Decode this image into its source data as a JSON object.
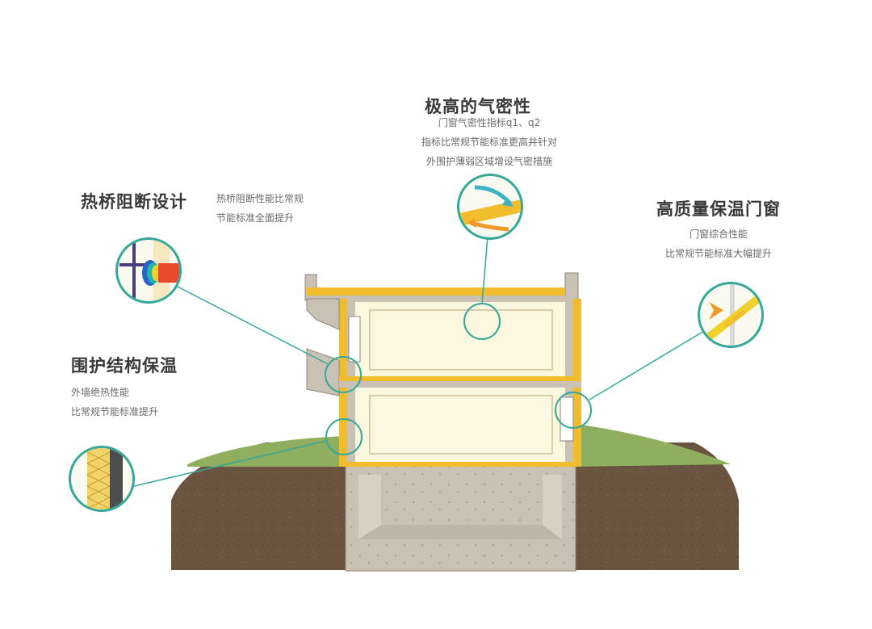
{
  "airtight": {
    "title": "极高的气密性",
    "lines": [
      "门窗气密性指标q1、q2",
      "指标比常规节能标准更高并针对",
      "外围护薄弱区域增设气密措施"
    ]
  },
  "thermal_bridge": {
    "title": "热桥阻断设计",
    "lines": [
      "热桥阻断性能比常规",
      "节能标准全面提升"
    ]
  },
  "windows": {
    "title": "高质量保温门窗",
    "lines": [
      "门窗综合性能",
      "比常规节能标准大幅提升"
    ]
  },
  "envelope": {
    "title": "围护结构保温",
    "lines": [
      "外墙绝热性能",
      "比常规节能标准提升"
    ]
  },
  "colors": {
    "insulation": "#f2bd2c",
    "concrete": "#c9c1b4",
    "room": "#fbf6de",
    "soil": "#6b5440",
    "grass": "#8fae5e",
    "leader": "#35a89a"
  }
}
